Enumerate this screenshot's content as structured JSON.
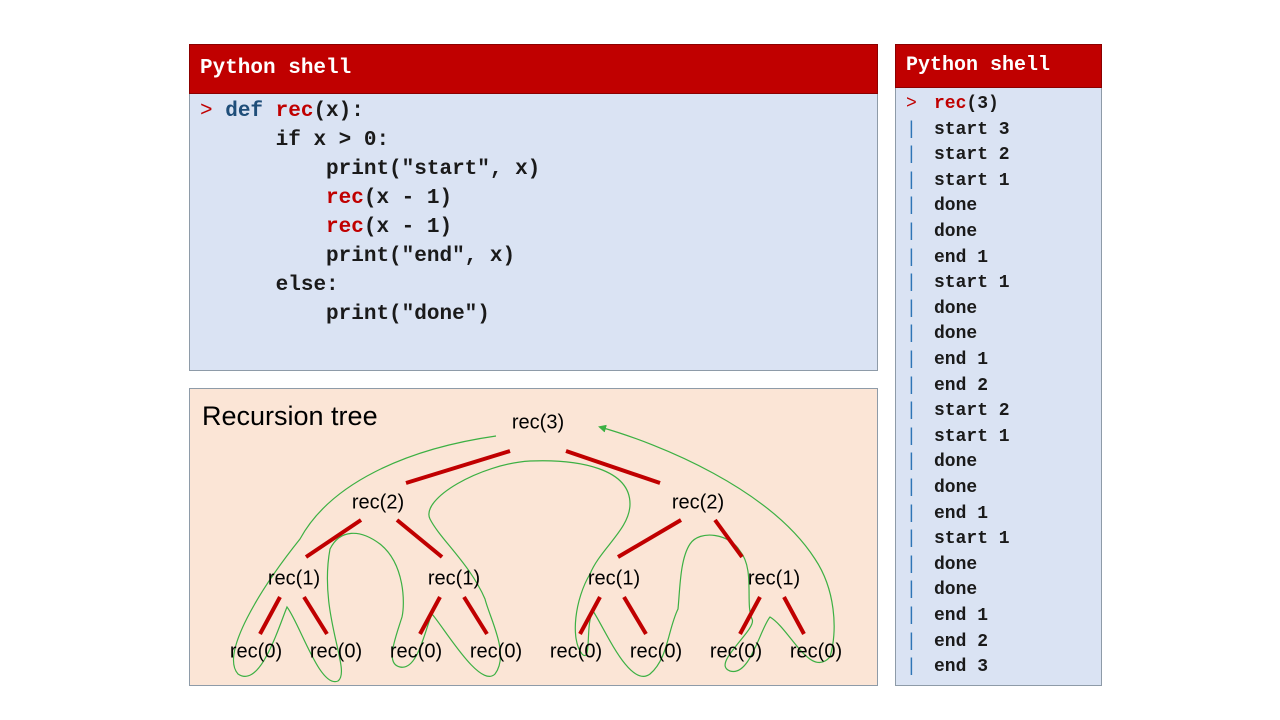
{
  "code_shell": {
    "title": "Python shell",
    "prompt": ">",
    "lines": [
      {
        "indent": "",
        "parts": [
          {
            "t": "def",
            "c": "kw"
          },
          {
            "t": " ",
            "c": ""
          },
          {
            "t": "rec",
            "c": "fn"
          },
          {
            "t": "(x):",
            "c": ""
          }
        ]
      },
      {
        "indent": "    ",
        "parts": [
          {
            "t": "if x > 0:",
            "c": ""
          }
        ]
      },
      {
        "indent": "        ",
        "parts": [
          {
            "t": "print(\"start\", x)",
            "c": ""
          }
        ]
      },
      {
        "indent": "        ",
        "parts": [
          {
            "t": "rec",
            "c": "fn"
          },
          {
            "t": "(x - 1)",
            "c": ""
          }
        ]
      },
      {
        "indent": "        ",
        "parts": [
          {
            "t": "rec",
            "c": "fn"
          },
          {
            "t": "(x - 1)",
            "c": ""
          }
        ]
      },
      {
        "indent": "        ",
        "parts": [
          {
            "t": "print(\"end\", x)",
            "c": ""
          }
        ]
      },
      {
        "indent": "    ",
        "parts": [
          {
            "t": "else:",
            "c": ""
          }
        ]
      },
      {
        "indent": "        ",
        "parts": [
          {
            "t": "print(\"done\")",
            "c": ""
          }
        ]
      }
    ]
  },
  "output_shell": {
    "title": "Python shell",
    "prompt": ">",
    "command_fn": "rec",
    "command_args": "(3)",
    "bar": "|",
    "lines": [
      "start 3",
      "start 2",
      "start 1",
      "done",
      "done",
      "end 1",
      "start 1",
      "done",
      "done",
      "end 1",
      "end 2",
      "start 2",
      "start 1",
      "done",
      "done",
      "end 1",
      "start 1",
      "done",
      "done",
      "end 1",
      "end 2",
      "end 3"
    ]
  },
  "tree": {
    "title": "Recursion tree",
    "edge_color": "#c00000",
    "trace_color": "#3cb043",
    "nodes": [
      {
        "label": "rec(3)",
        "level": 0
      },
      {
        "label": "rec(2)",
        "level": 1
      },
      {
        "label": "rec(2)",
        "level": 1
      },
      {
        "label": "rec(1)",
        "level": 2
      },
      {
        "label": "rec(1)",
        "level": 2
      },
      {
        "label": "rec(1)",
        "level": 2
      },
      {
        "label": "rec(1)",
        "level": 2
      },
      {
        "label": "rec(0)",
        "level": 3
      },
      {
        "label": "rec(0)",
        "level": 3
      },
      {
        "label": "rec(0)",
        "level": 3
      },
      {
        "label": "rec(0)",
        "level": 3
      },
      {
        "label": "rec(0)",
        "level": 3
      },
      {
        "label": "rec(0)",
        "level": 3
      },
      {
        "label": "rec(0)",
        "level": 3
      },
      {
        "label": "rec(0)",
        "level": 3
      }
    ]
  },
  "colors": {
    "shell_header": "#c00000",
    "shell_body": "#dae3f3",
    "tree_background": "#fbe5d6",
    "keyword": "#1f4e79",
    "function": "#c00000",
    "output_bar": "#2e75b6"
  }
}
